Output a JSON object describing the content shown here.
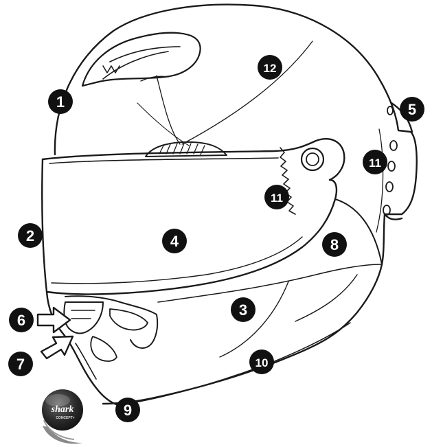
{
  "colors": {
    "line": "#1a1a1a",
    "callout_fill": "#111111",
    "callout_text": "#ffffff",
    "logo_dark": "#2b2b2b",
    "logo_mid": "#8a8a8a"
  },
  "callouts": {
    "c1": "1",
    "c2": "2",
    "c3": "3",
    "c4": "4",
    "c5": "5",
    "c6": "6",
    "c7": "7",
    "c8": "8",
    "c9": "9",
    "c10": "10",
    "c11a": "11",
    "c11b": "11",
    "c12": "12"
  },
  "logo": {
    "brand": "shark",
    "tagline": "CONCEPT+"
  }
}
